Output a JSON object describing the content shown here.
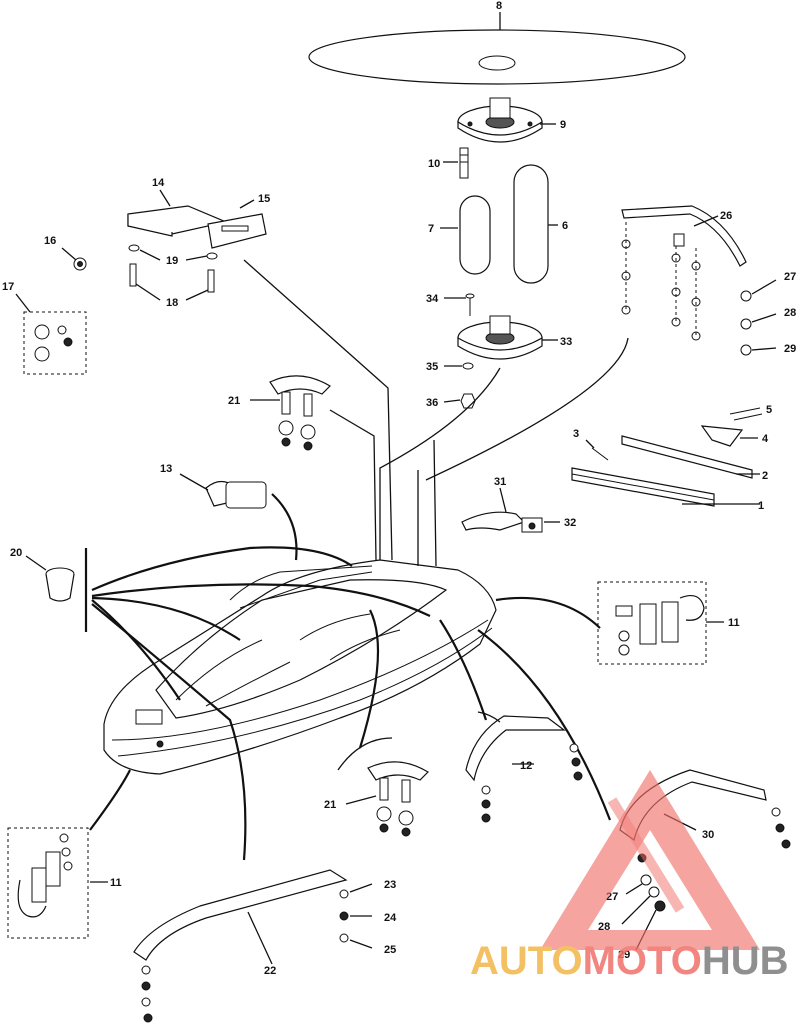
{
  "callouts": [
    "1",
    "2",
    "3",
    "4",
    "5",
    "6",
    "7",
    "8",
    "9",
    "10",
    "11",
    "11",
    "12",
    "13",
    "14",
    "15",
    "16",
    "17",
    "18",
    "19",
    "20",
    "21",
    "21",
    "22",
    "23",
    "24",
    "25",
    "26",
    "27",
    "27",
    "28",
    "28",
    "29",
    "29",
    "30",
    "31",
    "32",
    "33",
    "34",
    "35",
    "36"
  ],
  "watermark": {
    "part1": "AUTO",
    "part2": "MOTO",
    "part3": "HUB",
    "colors": {
      "orange": "#f3b64a",
      "red": "#f07069",
      "gray": "#7c7c7c"
    }
  }
}
